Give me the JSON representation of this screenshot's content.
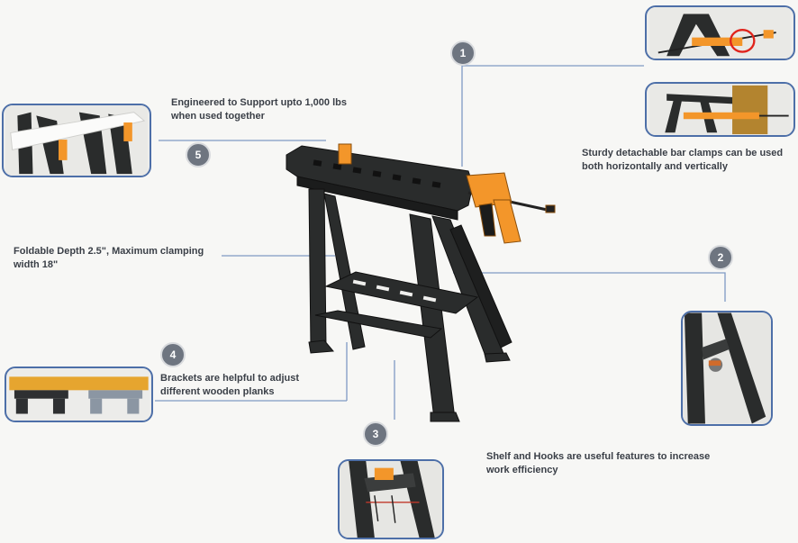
{
  "features": [
    {
      "number": "1",
      "text": "Sturdy detachable bar clamps can be used both horizontally and vertically"
    },
    {
      "number": "2",
      "text": ""
    },
    {
      "number": "3",
      "text": "Shelf and Hooks are useful features to increase work efficiency"
    },
    {
      "number": "4",
      "text": "Brackets are helpful to adjust different wooden planks"
    },
    {
      "number": "5",
      "text": "Engineered to Support upto 1,000 lbs when used together"
    }
  ],
  "depth_note": "Foldable Depth 2.5\", Maximum clamping width 18\"",
  "colors": {
    "frame": "#2a2c2c",
    "clamp": "#f3962a",
    "inset_border": "#4d6fa8",
    "badge": "#6e7580",
    "leader_line": "#7f9ac4",
    "text": "#3a3f47"
  }
}
